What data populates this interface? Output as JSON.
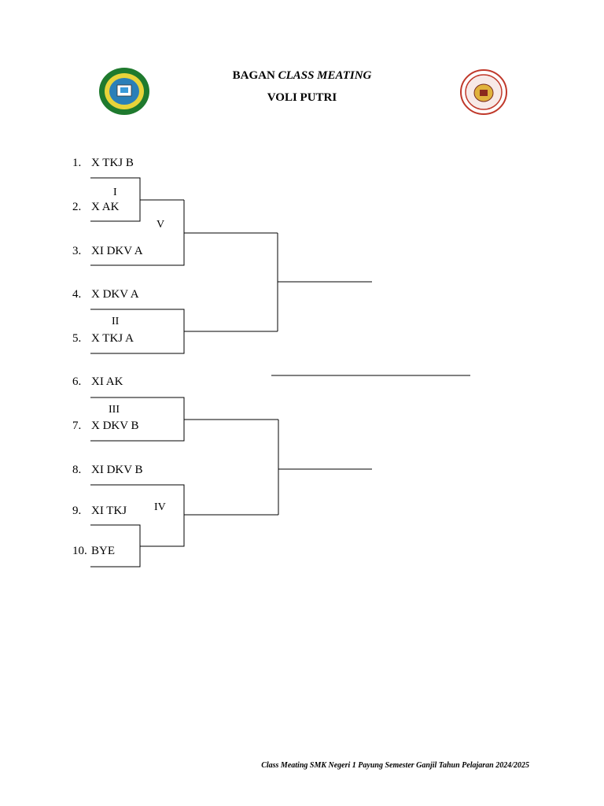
{
  "header": {
    "title_prefix": "BAGAN",
    "title_italic": "CLASS MEATING",
    "subtitle": "VOLI PUTRI"
  },
  "logos": {
    "left": "school-emblem-green",
    "right": "school-emblem-red"
  },
  "teams": [
    {
      "num": "1.",
      "name": "X TKJ B"
    },
    {
      "num": "2.",
      "name": "X AK"
    },
    {
      "num": "3.",
      "name": "XI DKV A"
    },
    {
      "num": "4.",
      "name": "X DKV A"
    },
    {
      "num": "5.",
      "name": "X TKJ A"
    },
    {
      "num": "6.",
      "name": "XI AK"
    },
    {
      "num": "7.",
      "name": "X DKV B"
    },
    {
      "num": "8.",
      "name": "XI DKV B"
    },
    {
      "num": "9.",
      "name": "XI TKJ"
    },
    {
      "num": "10.",
      "name": "BYE"
    }
  ],
  "rounds": [
    "I",
    "II",
    "III",
    "IV",
    "V"
  ],
  "footer": "Class Meating SMK Negeri 1 Payung Semester Ganjil Tahun Pelajaran 2024/2025"
}
